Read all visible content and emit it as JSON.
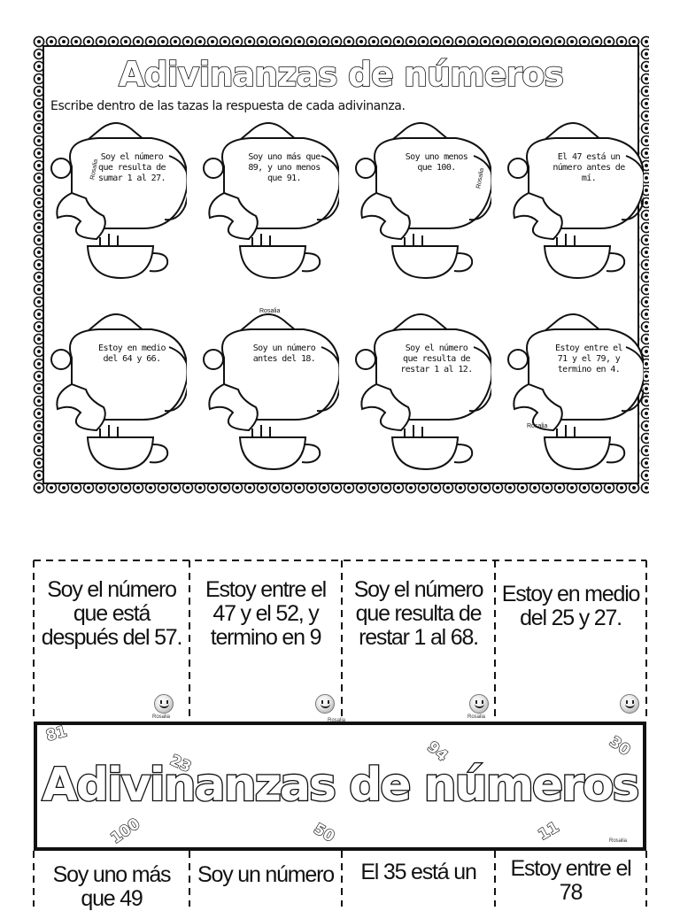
{
  "worksheet": {
    "title": "Adivinanzas de números",
    "instruction": "Escribe dentro de las tazas la respuesta de cada adivinanza.",
    "riddles": [
      "Soy el número que resulta de sumar 1 al 27.",
      "Soy uno más que 89, y uno menos que 91.",
      "Soy uno menos que 100.",
      "El 47 está un número antes de mí.",
      "Estoy en medio del 64 y 66.",
      "Soy un número antes del 18.",
      "Soy el número que resulta de restar 1 al 12.",
      "Estoy entre el 71 y el 79, y termino en 4."
    ],
    "author_tag": "Rosalia"
  },
  "cards": {
    "top_row": [
      "Soy el número que está después del 57.",
      "Estoy entre el 47 y el 52, y termino en 9",
      "Soy el número que resulta de restar 1 al 68.",
      "Estoy en medio del 25 y 27."
    ],
    "bottom_row": [
      "Soy uno más que 49",
      "Soy un número",
      "El 35 está un",
      "Estoy entre el 78"
    ],
    "author_tag": "Rosalia"
  },
  "banner": {
    "title": "Adivinanzas de números",
    "decorations": [
      "81",
      "23",
      "94",
      "30",
      "100",
      "50",
      "11"
    ]
  }
}
